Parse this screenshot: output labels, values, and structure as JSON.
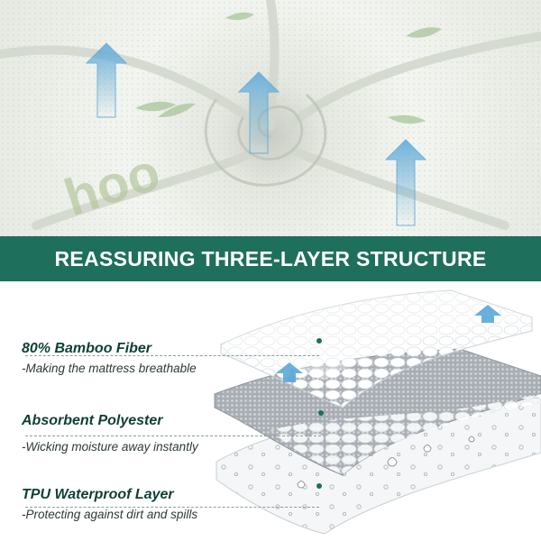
{
  "banner": {
    "title": "REASSURING THREE-LAYER STRUCTURE"
  },
  "layers": [
    {
      "title": "80% Bamboo Fiber",
      "description": "-Making the mattress breathable"
    },
    {
      "title": "Absorbent Polyester",
      "description": "-Wicking moisture away instantly"
    },
    {
      "title": "TPU Waterproof Layer",
      "description": "-Protecting against dirt and spills"
    }
  ],
  "colors": {
    "banner": "#1e6f5c",
    "title_text": "#0e3f34",
    "arrow": "#5aa7d8"
  },
  "icons": [
    "up-arrow-icon",
    "bamboo-leaf-icon",
    "water-droplet-icon"
  ]
}
